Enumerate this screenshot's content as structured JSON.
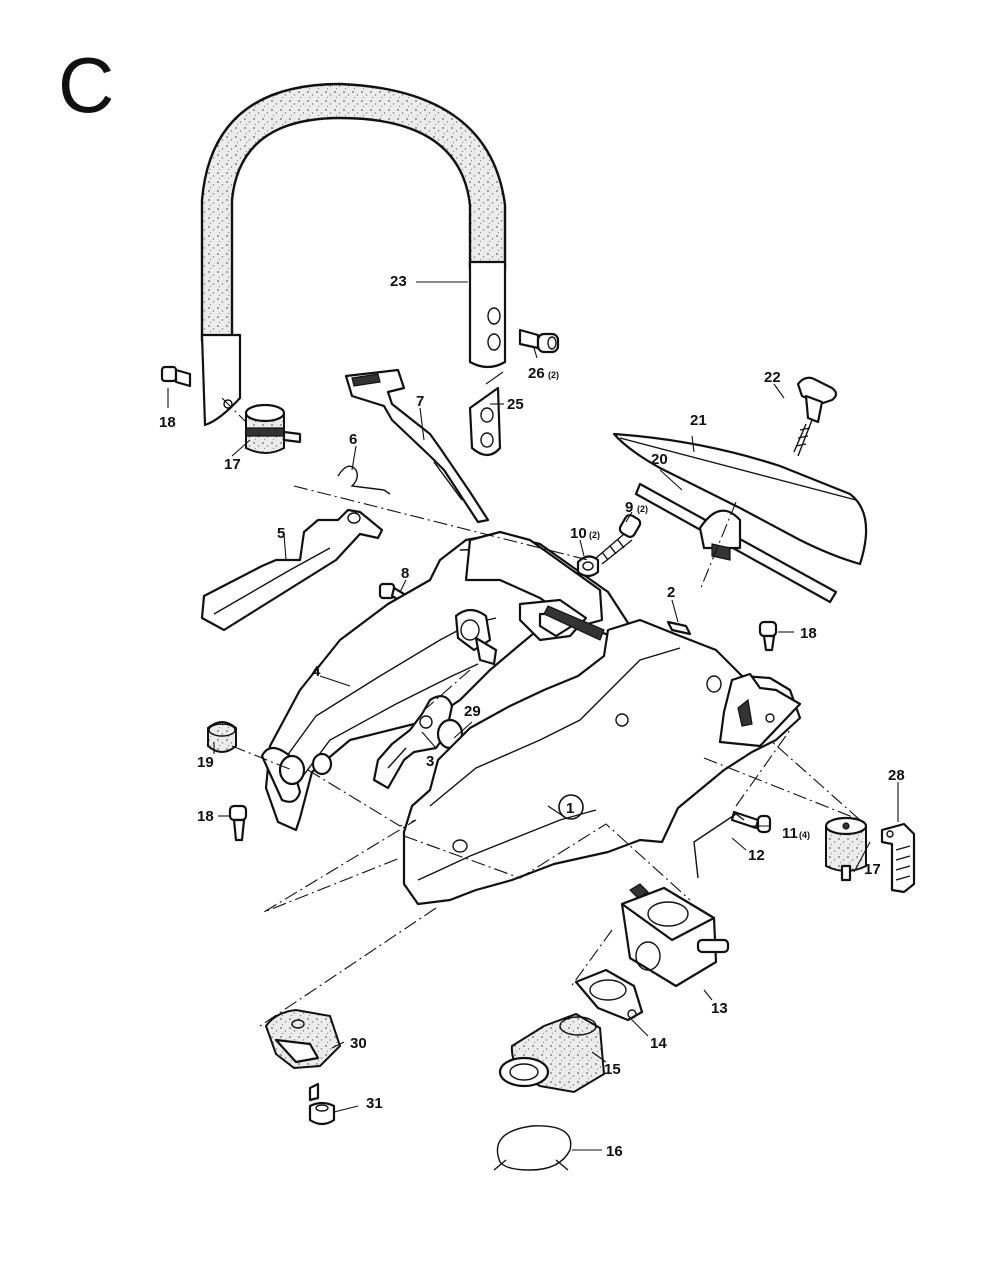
{
  "section_letter": "C",
  "callouts": [
    {
      "id": "1",
      "text": "1",
      "circled": true
    },
    {
      "id": "2",
      "text": "2"
    },
    {
      "id": "3",
      "text": "3"
    },
    {
      "id": "4",
      "text": "4"
    },
    {
      "id": "5",
      "text": "5"
    },
    {
      "id": "6",
      "text": "6"
    },
    {
      "id": "7",
      "text": "7"
    },
    {
      "id": "8",
      "text": "8"
    },
    {
      "id": "9",
      "text": "9",
      "qty": "(2)"
    },
    {
      "id": "10",
      "text": "10",
      "qty": "(2)"
    },
    {
      "id": "11",
      "text": "11",
      "qty": "(4)"
    },
    {
      "id": "12",
      "text": "12"
    },
    {
      "id": "13",
      "text": "13"
    },
    {
      "id": "14",
      "text": "14"
    },
    {
      "id": "15",
      "text": "15"
    },
    {
      "id": "16",
      "text": "16"
    },
    {
      "id": "17a",
      "text": "17"
    },
    {
      "id": "17b",
      "text": "17"
    },
    {
      "id": "18a",
      "text": "18"
    },
    {
      "id": "18b",
      "text": "18"
    },
    {
      "id": "18c",
      "text": "18"
    },
    {
      "id": "19",
      "text": "19"
    },
    {
      "id": "20",
      "text": "20"
    },
    {
      "id": "21",
      "text": "21"
    },
    {
      "id": "22",
      "text": "22"
    },
    {
      "id": "23",
      "text": "23"
    },
    {
      "id": "25",
      "text": "25"
    },
    {
      "id": "26",
      "text": "26",
      "qty": "(2)"
    },
    {
      "id": "28",
      "text": "28"
    },
    {
      "id": "29",
      "text": "29"
    },
    {
      "id": "30",
      "text": "30"
    },
    {
      "id": "31",
      "text": "31"
    }
  ]
}
